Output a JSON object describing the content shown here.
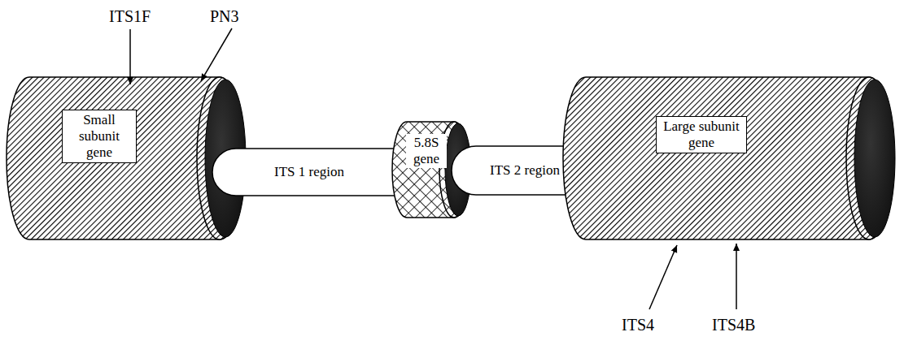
{
  "diagram": {
    "nodes": [
      {
        "text": [
          "Small subunit gene"
        ]
      },
      {
        "text": [
          "ITS 1 region"
        ]
      },
      {
        "text": [
          "5.8S gene"
        ]
      },
      {
        "text": [
          "ITS 2 region"
        ]
      },
      {
        "text": [
          "Large subunit gene"
        ]
      }
    ],
    "labels": [
      "ITS1F",
      "PN3",
      "ITS4",
      "ITS4B"
    ]
  }
}
